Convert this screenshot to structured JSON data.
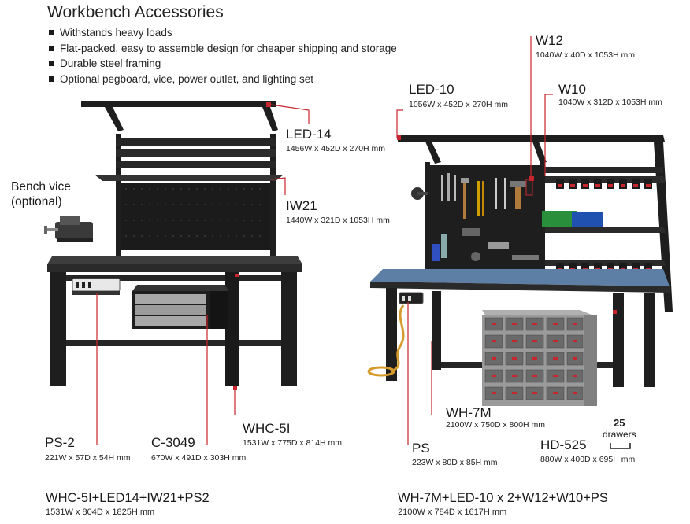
{
  "header": {
    "title": "Workbench Accessories",
    "bullets": [
      "Withstands heavy loads",
      "Flat-packed, easy to assemble design for cheaper shipping and storage",
      "Durable steel framing",
      "Optional pegboard, vice, power outlet, and lighting set"
    ]
  },
  "left_set": {
    "led14": {
      "name": "LED-14",
      "dims": "1456W x 452D x 270H mm"
    },
    "iw21": {
      "name": "IW21",
      "dims": "1440W x 321D x 1053H mm"
    },
    "vice": {
      "line1": "Bench vice",
      "line2": "(optional)"
    },
    "ps2": {
      "name": "PS-2",
      "dims": "221W x 57D x 54H mm"
    },
    "c3049": {
      "name": "C-3049",
      "dims": "670W x 491D x 303H mm"
    },
    "whc5i": {
      "name": "WHC-5I",
      "dims": "1531W x 775D x 814H mm"
    },
    "combo": {
      "name": "WHC-5I+LED14+IW21+PS2",
      "dims": "1531W x 804D x 1825H mm"
    }
  },
  "right_set": {
    "w12": {
      "name": "W12",
      "dims": "1040W x 40D x 1053H mm"
    },
    "led10": {
      "name": "LED-10",
      "dims": "1056W x 452D x 270H mm"
    },
    "w10": {
      "name": "W10",
      "dims": "1040W x 312D x 1053H mm"
    },
    "wh7m": {
      "name": "WH-7M",
      "dims": "2100W x 750D x 800H mm"
    },
    "hd525": {
      "name": "HD-525",
      "dims": "880W x 400D x 695H mm",
      "count": "25",
      "count_label": "drawers"
    },
    "ps": {
      "name": "PS",
      "dims": "223W x 80D x 85H mm"
    },
    "combo": {
      "name": "WH-7M+LED-10 x 2+W12+W10+PS",
      "dims": "2100W x 784D x 1617H mm"
    }
  },
  "colors": {
    "accent_red": "#c8262e",
    "steel_black": "#1e1e1e",
    "worktop_blue": "#5d7fa6",
    "worktop_gray": "#4a4a4a",
    "cabinet_gray": "#9a9a9a"
  }
}
